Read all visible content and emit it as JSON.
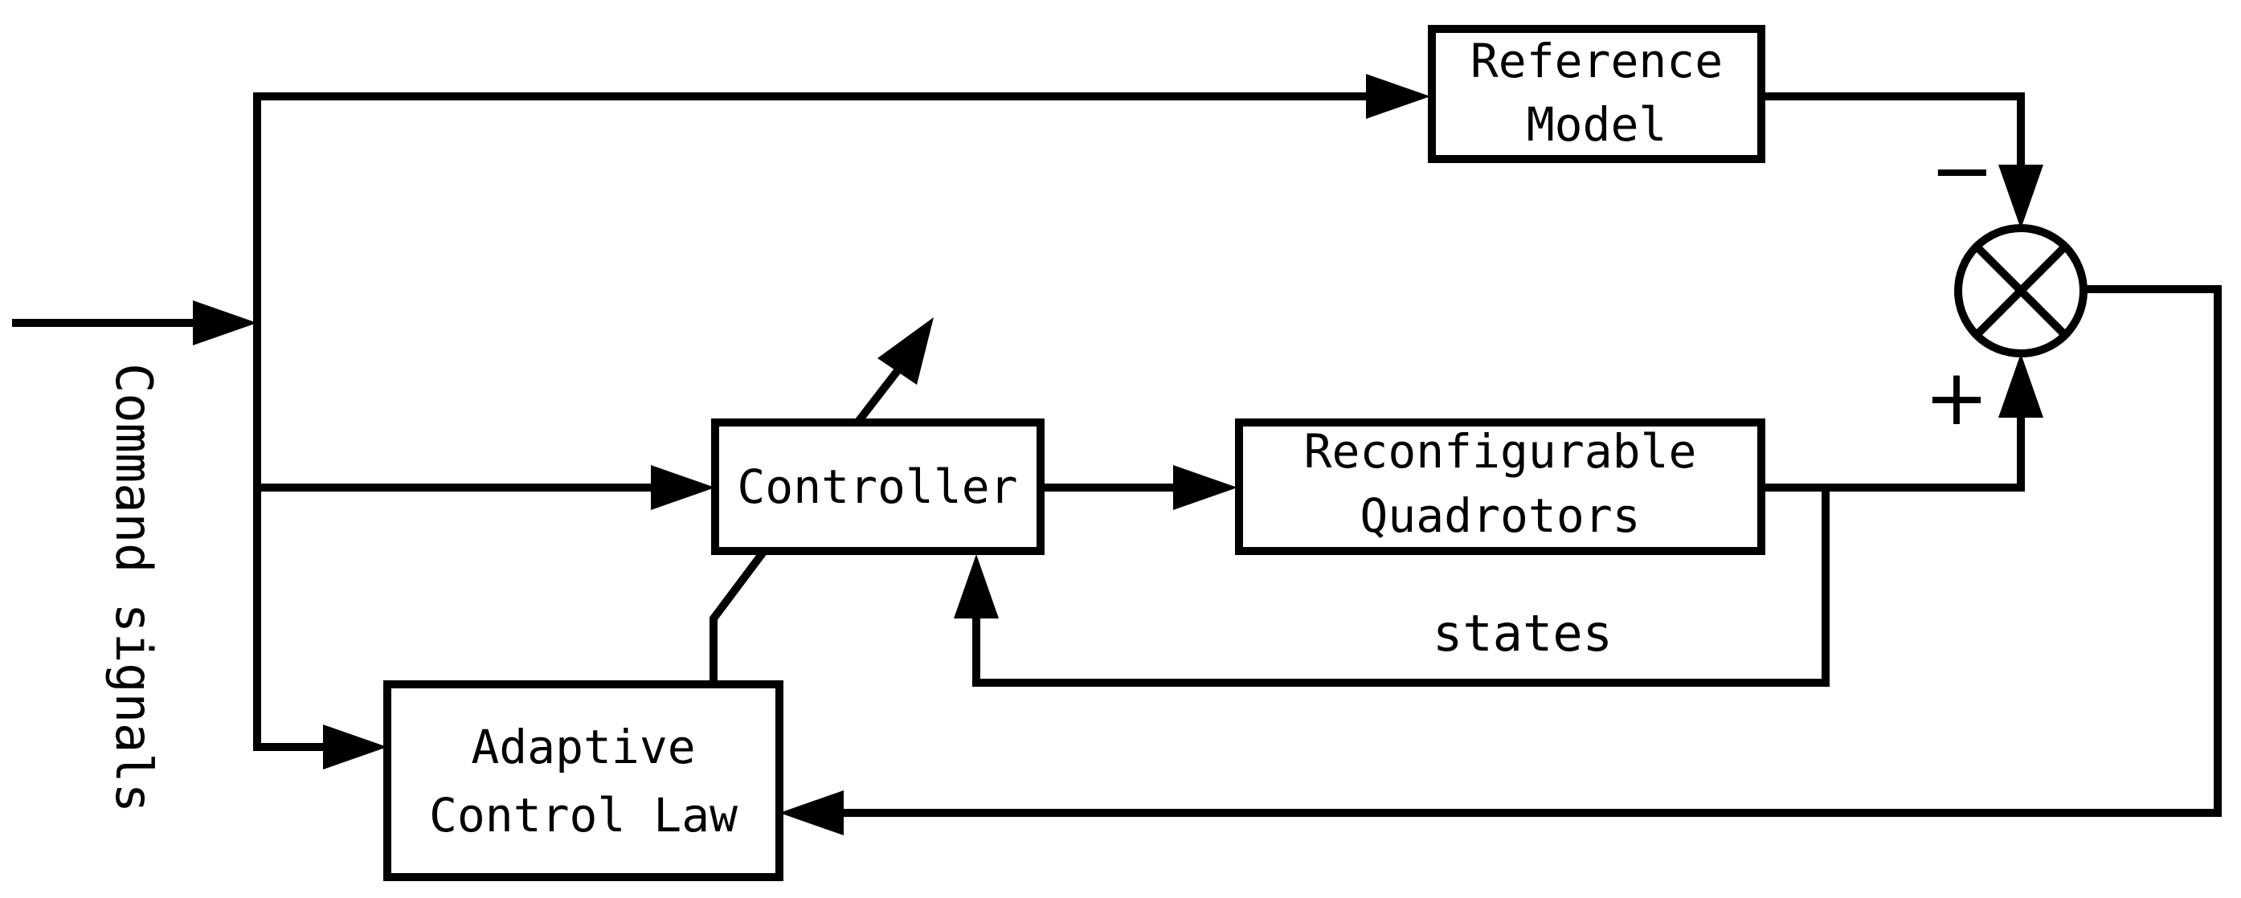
{
  "blocks": {
    "reference_model": {
      "line1": "Reference",
      "line2": "Model"
    },
    "controller": {
      "label": "Controller"
    },
    "reconfigurable_quadrotors": {
      "line1": "Reconfigurable",
      "line2": "Quadrotors"
    },
    "adaptive_control_law": {
      "line1": "Adaptive",
      "line2": "Control Law"
    }
  },
  "summing_junction": {
    "minus_sign": "−",
    "plus_sign": "+"
  },
  "signals": {
    "command": "Command signals",
    "states": "states"
  }
}
